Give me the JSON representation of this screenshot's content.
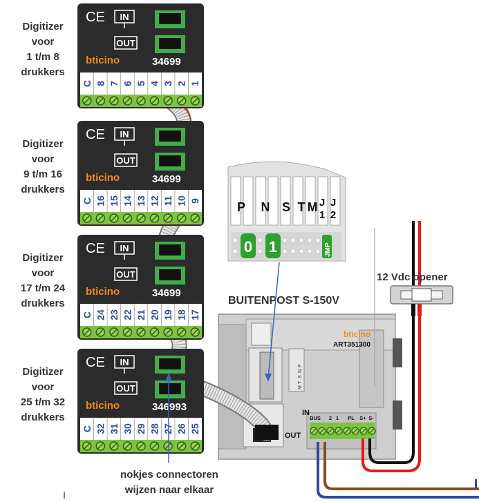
{
  "modules": [
    {
      "label": [
        "Digitizer",
        "voor",
        "1 t/m 8",
        "drukkers"
      ],
      "code": "34699",
      "terminals": [
        "C",
        "8",
        "7",
        "6",
        "5",
        "4",
        "3",
        "2",
        "1"
      ]
    },
    {
      "label": [
        "Digitizer",
        "voor",
        "9 t/m 16",
        "drukkers"
      ],
      "code": "34699",
      "terminals": [
        "C",
        "16",
        "15",
        "14",
        "13",
        "12",
        "11",
        "10",
        "9"
      ]
    },
    {
      "label": [
        "Digitizer",
        "voor",
        "17 t/m 24",
        "drukkers"
      ],
      "code": "34699",
      "terminals": [
        "C",
        "24",
        "23",
        "22",
        "21",
        "20",
        "19",
        "18",
        "17"
      ]
    },
    {
      "label": [
        "Digitizer",
        "voor",
        "25 t/m 32",
        "drukkers"
      ],
      "code": "346993",
      "terminals": [
        "C",
        "32",
        "31",
        "30",
        "29",
        "28",
        "27",
        "26",
        "25"
      ]
    }
  ],
  "module_common": {
    "ce": "CE",
    "in": "IN",
    "out": "OUT",
    "brand": "bticino"
  },
  "zoom": {
    "letters": [
      "P",
      "N",
      "S",
      "T",
      "M"
    ],
    "jumper_top": "J",
    "jumper_nums": [
      "1",
      "2"
    ],
    "digit_0": "0",
    "digit_1": "1",
    "jmp": "JMP"
  },
  "buitenpost": {
    "title": "BUITENPOST S-150V",
    "brand": "bticino",
    "art": "ART351300",
    "in": "IN",
    "out": "OUT",
    "terminals": [
      "BUS",
      "2",
      "1",
      "PL",
      "S+",
      "S-"
    ],
    "small_labels": [
      "P",
      "N",
      "S",
      "T",
      "M"
    ]
  },
  "opener": {
    "label": "12 Vdc opener"
  },
  "note": [
    "nokjes connectoren",
    "wijzen naar elkaar"
  ],
  "colors": {
    "module_body": "#2b2b2b",
    "terminal_green": "#7dc242",
    "label_text": "#333333",
    "wire_red": "#e21b1b",
    "wire_blue": "#2e4a9e",
    "wire_brown": "#8a4b1a",
    "pointer_blue": "#3a5fcd"
  }
}
